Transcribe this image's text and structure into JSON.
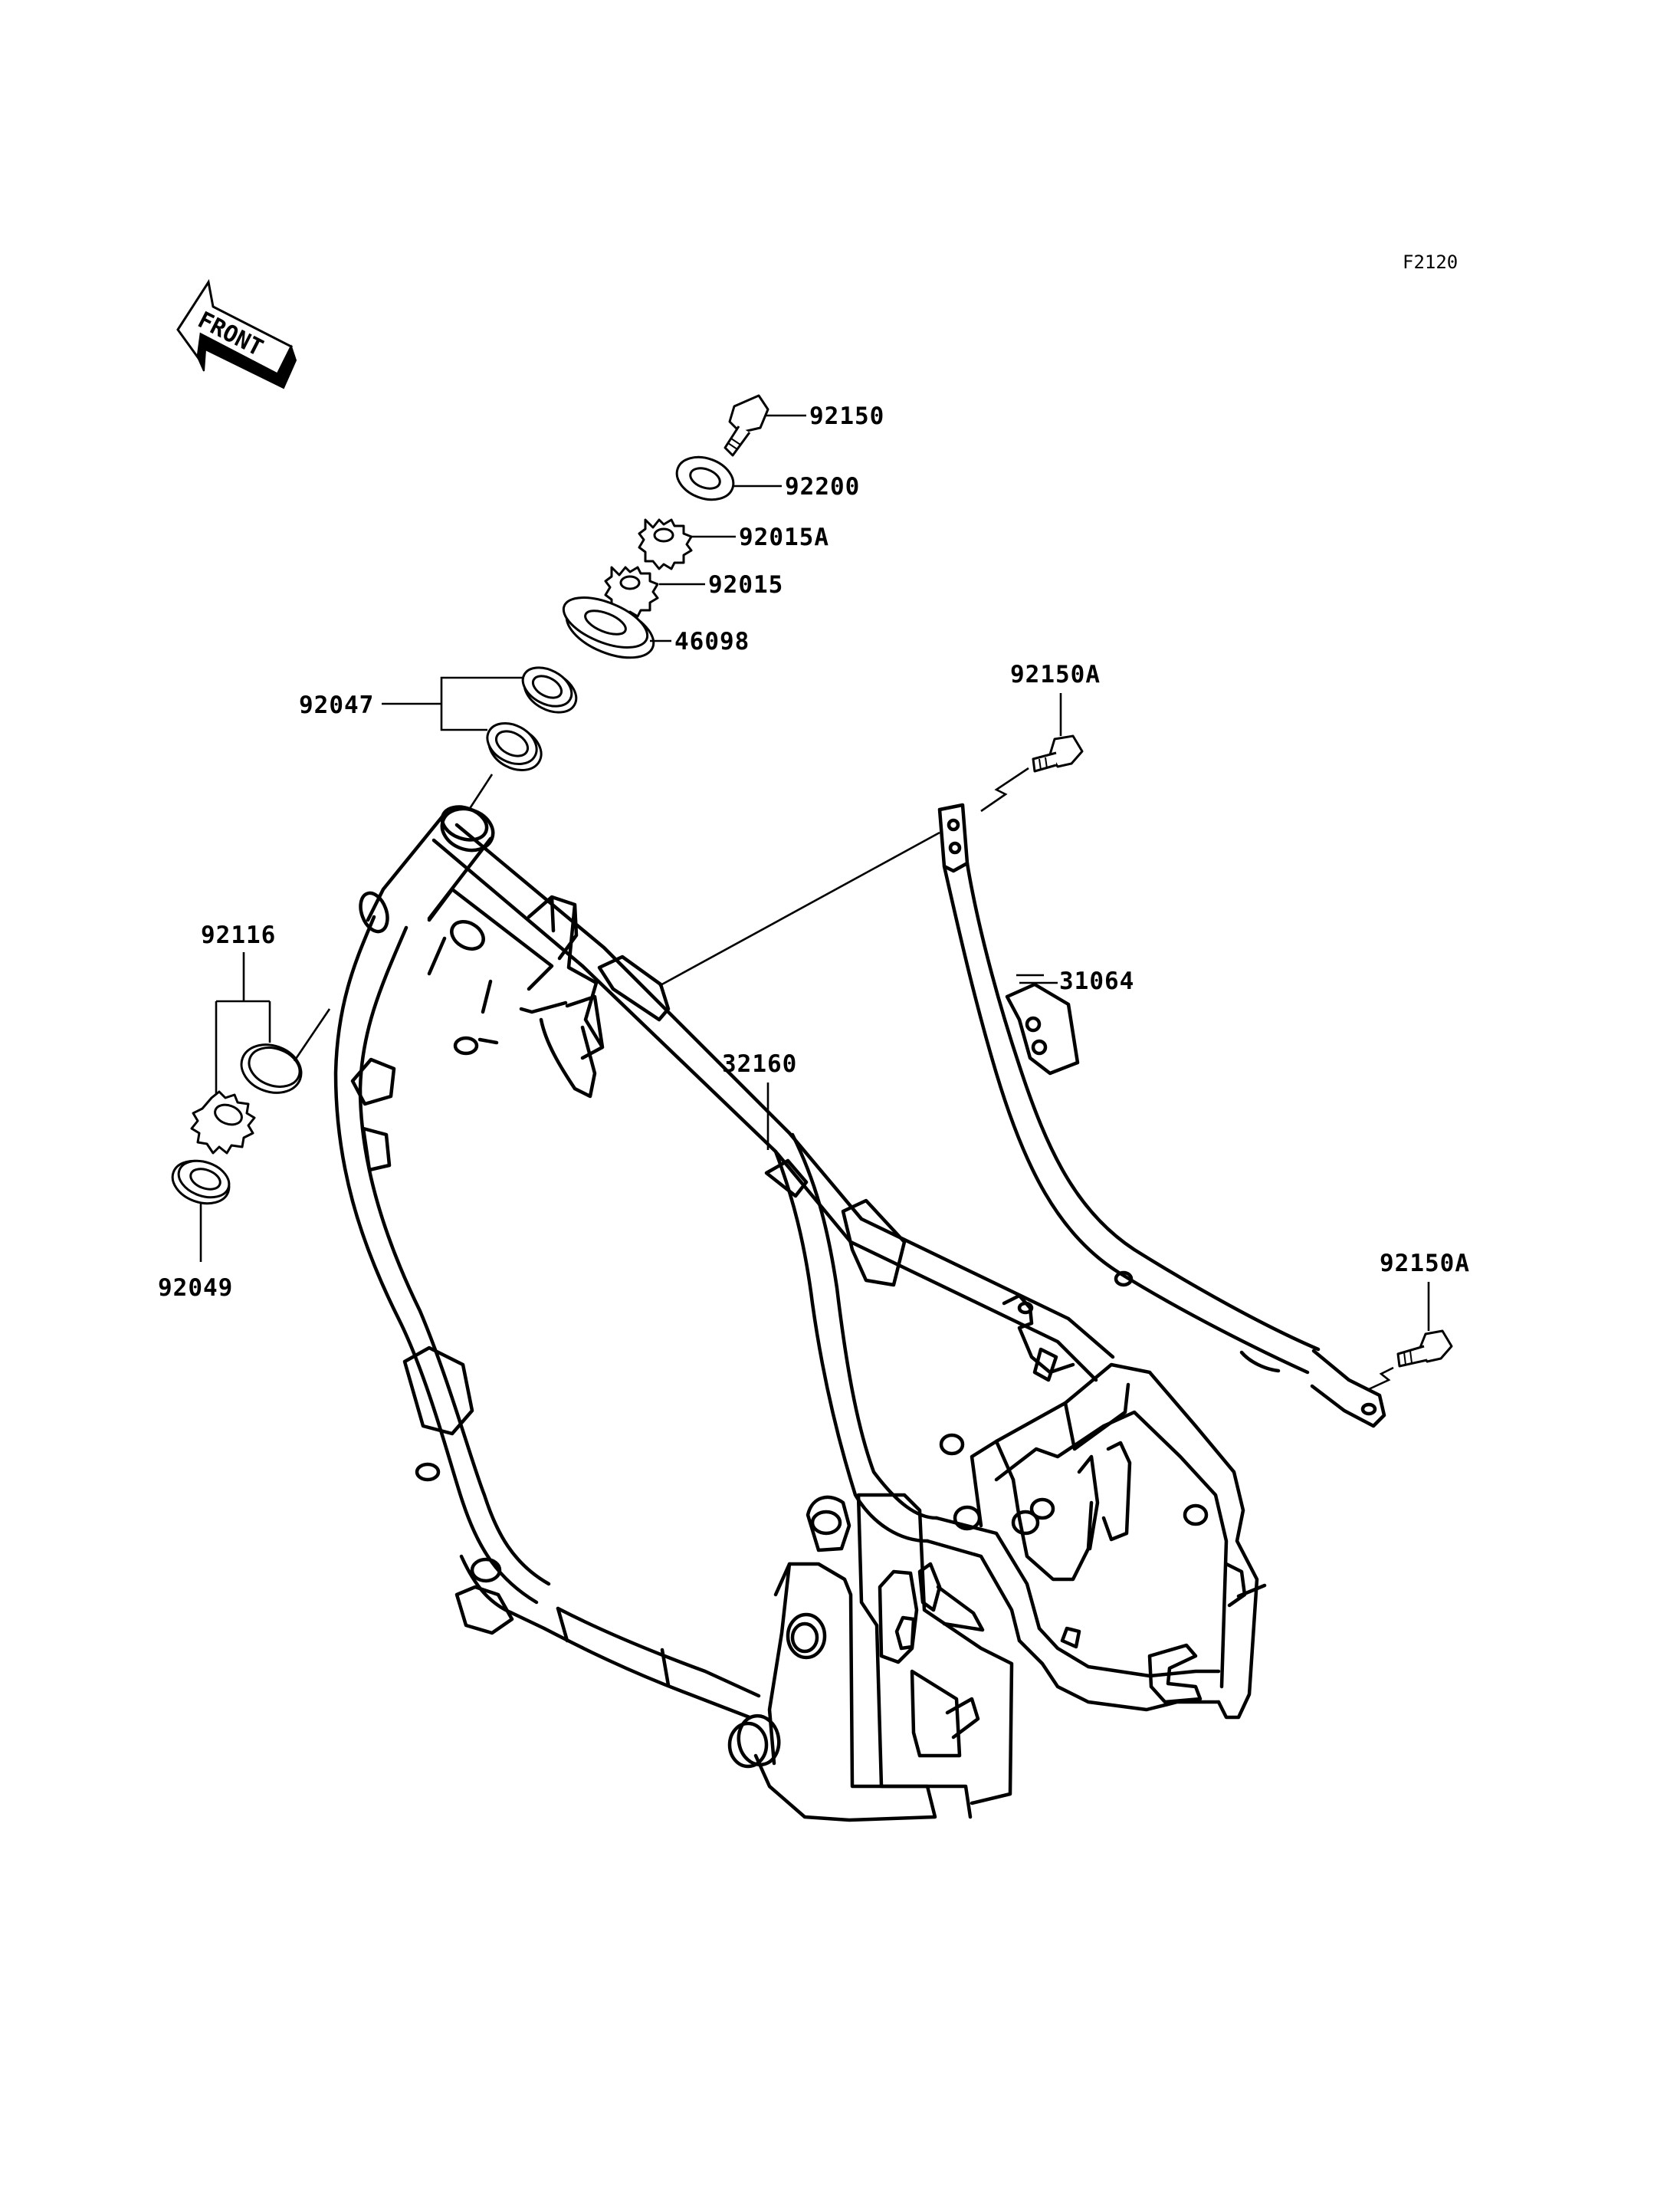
{
  "diagram": {
    "code": "F2120",
    "front_label": "FRONT",
    "callouts": {
      "c92150": "92150",
      "c92200": "92200",
      "c92015A": "92015A",
      "c92015": "92015",
      "c46098": "46098",
      "c92047": "92047",
      "c92116": "92116",
      "c92049": "92049",
      "c32160": "32160",
      "c92150A_top": "92150A",
      "c31064": "31064",
      "c92150A_bottom": "92150A"
    }
  }
}
